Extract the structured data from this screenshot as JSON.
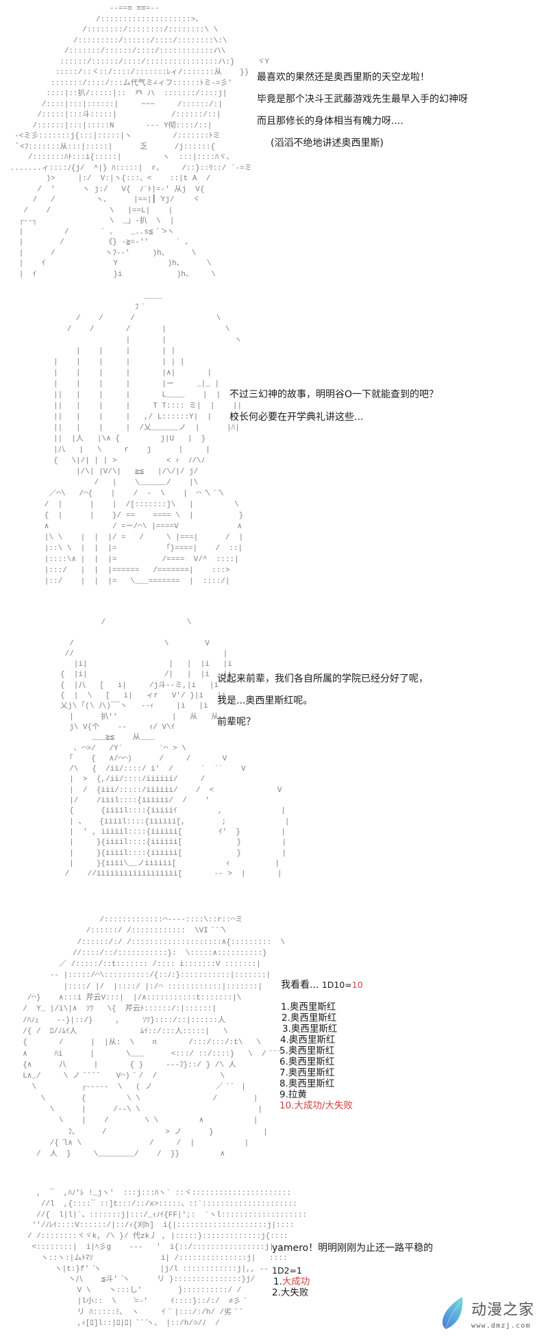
{
  "colors": {
    "background": "#ffffff",
    "art": "#7c7c7c",
    "text": "#1a1a1a",
    "accent_red": "#d0413b",
    "logo_gradient_top": "#6fd7d5",
    "logo_gradient_bottom": "#4a7fd6"
  },
  "panels": [
    {
      "art": "                       ‐-==≡ ≡≡=-‐\n                    /::::::::::::::::::::>、\n                 /::::::::/::::::::/::::::::\\ \\\n               /:::::::::/::::::/::::/::::::::\\:\\\n             /:::::::/::::::/::::/::::::::::::ハ\\\n            ::::::/::::::/::::/::::::::::::::::ハ:}     ヾY\n           :::::/::ヾ::/::::/:::::::ﾚィ/:::::::从    }}\n          :::::::/::::/:::ム代气ミ∠ィフ::::::ﾄミ-=彡'\n         ::::|::扒/:::::|::  癶 ハ  :::::::/::::j|\n        /::::|:::|::::::|     ~~~     /::::::/:|\n       /:::::|:::斗:::::|            /::::::/::|\n      /::::::|:::|:::::N       ‐‐‐ Y彻::::/::|\n  ‐<ミ彡:::::::j{:::|:::::|ヽ         /:::::::ﾄミ\n   ﾞ<ﾌ:::::::从:::|:::::|      乏      /j::::::{\n     /:::::::ﾊﾄ:::i{:::::|         ヽ  :::|::::ﾊヾ、\n .......ィ::::ﾉ{j/  ^|} ﾊ:::::|  r、    /::}::ﾘ::/ `‐=ミ\n         )>     |:/  V:|ヽ{:::、<    ::|t A  /\n       /  '      ヽ j:/   V{  ﾉ¨ﾄ|=‐' 从j  V{\n      /   /         ヽ、     |==|┃ ̄Yj/    ヾ\n    /    /             \\   |==L|    |\n   ┌‐‐┐                \\  _」‐扒  \\  |\n   |         /       ` 、   _..s≦ ̄ ̄>ヽ\n   |        /         《} ‐≧=‐''      ` 、\n   |      /           ヽﾌ‐‐'     )h、     \\\n   |    ｲ               Y           )h、     \\\n   |  ｲ                 }i            )h、    \\",
      "dialogue": [
        "最喜欢的果然还是奥西里斯的天空龙啦！",
        "毕竟是那个决斗王武藤游戏先生最早入手的幻神呀",
        "而且那修长的身体相当有魄力呀....",
        "(滔滔不绝地讲述奥西里斯)"
      ]
    },
    {
      "art": "                         ____\n                       ﾌ ̄\n          /    /      /                  \\\n        /    /       /       |             \\\n                     |       |               ヽ\n          |    |     |       | |\n     |    |    |     |       | | |\n     |    |    |     |       |∧|       |\n     |    |    |     |       |ー     _|_ |\n     ||   |    |     |       L____    |  |    |\n     ||   |    |     |     T T:::: ミ|  |    ||\n     ||   |    |     |   ,/ L::::::Y|  |    ||\n     ||   |    |     |  /乂______ノ  |      |ﾊ|\n     ||  |人   |\\∧ {         j|U   |  }\n     |八   |   \\     r    j      |     |\n     {   \\|/| | | >           < ｨ  ﾉ/\\ﾉ\n          |/\\| |V/\\|   ≧≦   |/\\/|/ j/\n              /   |    \\______/    |\\\n    ／⌒\\   /⌒{    |    /  ‐  \\    |  ⌒ ̄\\ ̄ ̄\\\n   /  |      |    |  /[:::::::]\\   |         \\\n   {  |      |    }/ ==    ==== \\  |          }\n   ∧              / =ー/⌒\\ |====V             ∧\n   |\\ \\    |  |  |/ =   /     \\ |===|      /  |\n   |::\\ \\  |  |  |=           ｢}====|    /  ::|\n   |::::\\∧ |  |  |=          /====  V/^  ::::|\n   |:::/   |  |  |======   /=======|    :::>\n   |::/    |  |  |=   \\___=======  |  ::::/|",
      "dialogue": [
        "不过三幻神的故事，明明谷O一下就能查到的吧？",
        "校长何必要在开学典礼讲这些..."
      ]
    },
    {
      "art": "              /                  \\\n\n       /                    \\        V\n      //                                 |\n        |i|                  |   |  |i   |i\n     {  |i|                 /|   |  |i   |i\n     {  |八   [   i|     /j斗‐‐ミ,|i   |i\n     {  |  \\   [   i|   ィr   V'/ }|i   |i\n     乂j\\ ｢(\\ 八)‾‾ヽ   ‐‐ｨ     |i   |i\n       |      扒''            |   从   从\n       j\\ V{个    ‐‐     ｨ/ V\\ｲ\n            ___≧≦    从___\n        ､ ⌒>/   /Y`        ´⌒ > \\\n       ｢    {   ∧/⌒⌒)      /     /       V\n       /\\   {  /ii/::::/ i'  /      `  ``    V\n       |  >  {,/ii/::::/iiiiii/     /\n       |  /  {iii/:::::/iiiiii/    /  <              V\n       |/    /iiil::::{iiiiii/  /    '\n       {      {iiiil::::{iiiiiｲ         ,             |\n       | 、   {iiiil::::{iiiiii[,        ;             |\n       |  ' , iiiiil::::{iiiiii[        ｲ'  }         |\n       |     }{iiiil::::{iiiiii[            }         |\n       |     }{iiiil::::{iiiiii[            }         |\n       |     }{iiii\\__ノiiiiii[           ｨ          |\n      /    //iiiiiiiiiiiiiiiiii[       ‐‐ >  |       |",
      "dialogue": [
        "说起来前辈，我们各自所属的学院已经分好了呢，",
        "我是...奥西里斯红呢。",
        "前辈呢？"
      ]
    },
    {
      "art": "                   /:::::::::::::⌒‐‐‐‐::::\\::r::⌒ミ\n                /::::::/ /::::::::::::  \\VI ̄ ̄ ̄\\\n              /::::::/:/ /::::::::::::::::::::∧{:::::::::  \\\n             //::::/::/:::::::::::}:  \\:::::∧::::::::::}\n          ／ /:::::/::t::::::: /:::: i:::::::V :::::::|\n        ‐‐ |:::::/⌒\\::::::::::/{::ﾉ:}:::::::::::|:::::::|\n           |::::/ |/  |::::/ |:/⌒ ::::::::::::|:::::::|\n   /⌒}    ∧:::i 芹云V:::|  |/∧:::::::::::t:::::::|\\\n  /  Y_ |/i\\|∧  ｿﾂ   \\{  芹云ﾄ::::::/:|::::::|\n  /ﾊﾉｭ    ‐‐}|::/}     ,     ｿﾂ}::::/::|::::::人\n  /{ /  ﾛ/ﾉﾑｲ人              ﾑｲ::/:::人:::::|   \\\n  {       /      |  |从:  \\    n       /:::/:::/:t\\   \\      \\\n  ∧      ﾊi      |       \\___      <:::/ ::/::::}   \\  / ̄ ̄ ̄\n  {∧      八      |       { }     ‐‐‐ﾌ}::/ } /\\ 人\n  L∧_/     \\ ノ ̄ ̄ ̄ ̄    V⌒) ̄ /  /              \\\n    \\          ┌‐‐‐‐‐  \\   ( ノ              ／ ̄ ̄  |\n      \\        {         \\ \\                /        |\n        \\      |      /‐‐\\ \\                          |\n          \\    |    /        \\ \\         ∧           |\n            ﾌ、     /             > ノ      }           |\n        /{ ̄l∧ \\               /     /  |           |\n     /  人  }     \\________/    /  }}         ∧",
      "roll_prefix": "我看看... ",
      "roll_dice": "1D10=",
      "roll_result": "10",
      "options": [
        "1.奥西里斯红",
        "2.奥西里斯红",
        "3.奥西里斯红",
        "4.奥西里斯红",
        "5.奥西里斯红",
        "6.奥西里斯红",
        "7.奥西里斯红",
        "8.奥西里斯红",
        "9.拉黄",
        "10.大成功/大失败"
      ]
    },
    {
      "art": "  ,  ‾  ,ﾊﾉ'ﾚ !_jヽ'  :::j:::ﾊヽ` ::ヾ::::::::::::::::::::::\n   //l  ,{::::‾ ::]t:::/::/x>:::::、::`:::::::::::::::::::::\n  //{  l|l|`、:::::::j|:::/_ｨﾉｲ{FF|';:  `ヽl:::::::::::::::::::\n ''/ﾉﾚｲ::::V::::::/|::/ｨ{刈h]  i{|::::::::::::::::::::j|::::\n/ /::::::::ヾヾk, /\\ }/ 代zk丿 , |:::::}:::::::::::::j{::::\n <::::::::|  i|ﾍ彡g    ‐‐‐   '  i{::/::::::::::::::::j|::::\n   ヽ::ヽ:|ムﾄﾏｿ               i| /:::::::::::::::j|   ::::\n      ヽ|t:}f' ̄ヽ             |j/l ::::::::::::j|,, ‐‐\n         ヽ八    ≦斗' ̄ヽ      リ }:::::::::::::::}j/\n           V \\    ヽ:::し'        }::::::::::/ /\n           |l小::  \\    ̄=‐'     ｲ::::}::/:/  ≠彡 ̄\n           リ ﾊ:::::ﾐ、 ヽ     ｲ ̄ |:::/:/h/ /劣 ̄ ̄\n           ,ｨ[ﾛ]l::|ﾛ|ﾛ| ̄ ̄ ̄ヽ、 |::/h/⊃/ﾉ  /",
      "dialogue": [
        "yamero！明明刚刚为止还一路平稳的"
      ],
      "roll_dice": "1D2=1",
      "options": [
        {
          "num": "1.",
          "label": "大成功"
        },
        {
          "num": "2.",
          "label": "大失败"
        }
      ]
    }
  ],
  "watermark": {
    "icon": "feather-icon",
    "brand": "动漫之家",
    "url": "www.dmzj.com"
  }
}
